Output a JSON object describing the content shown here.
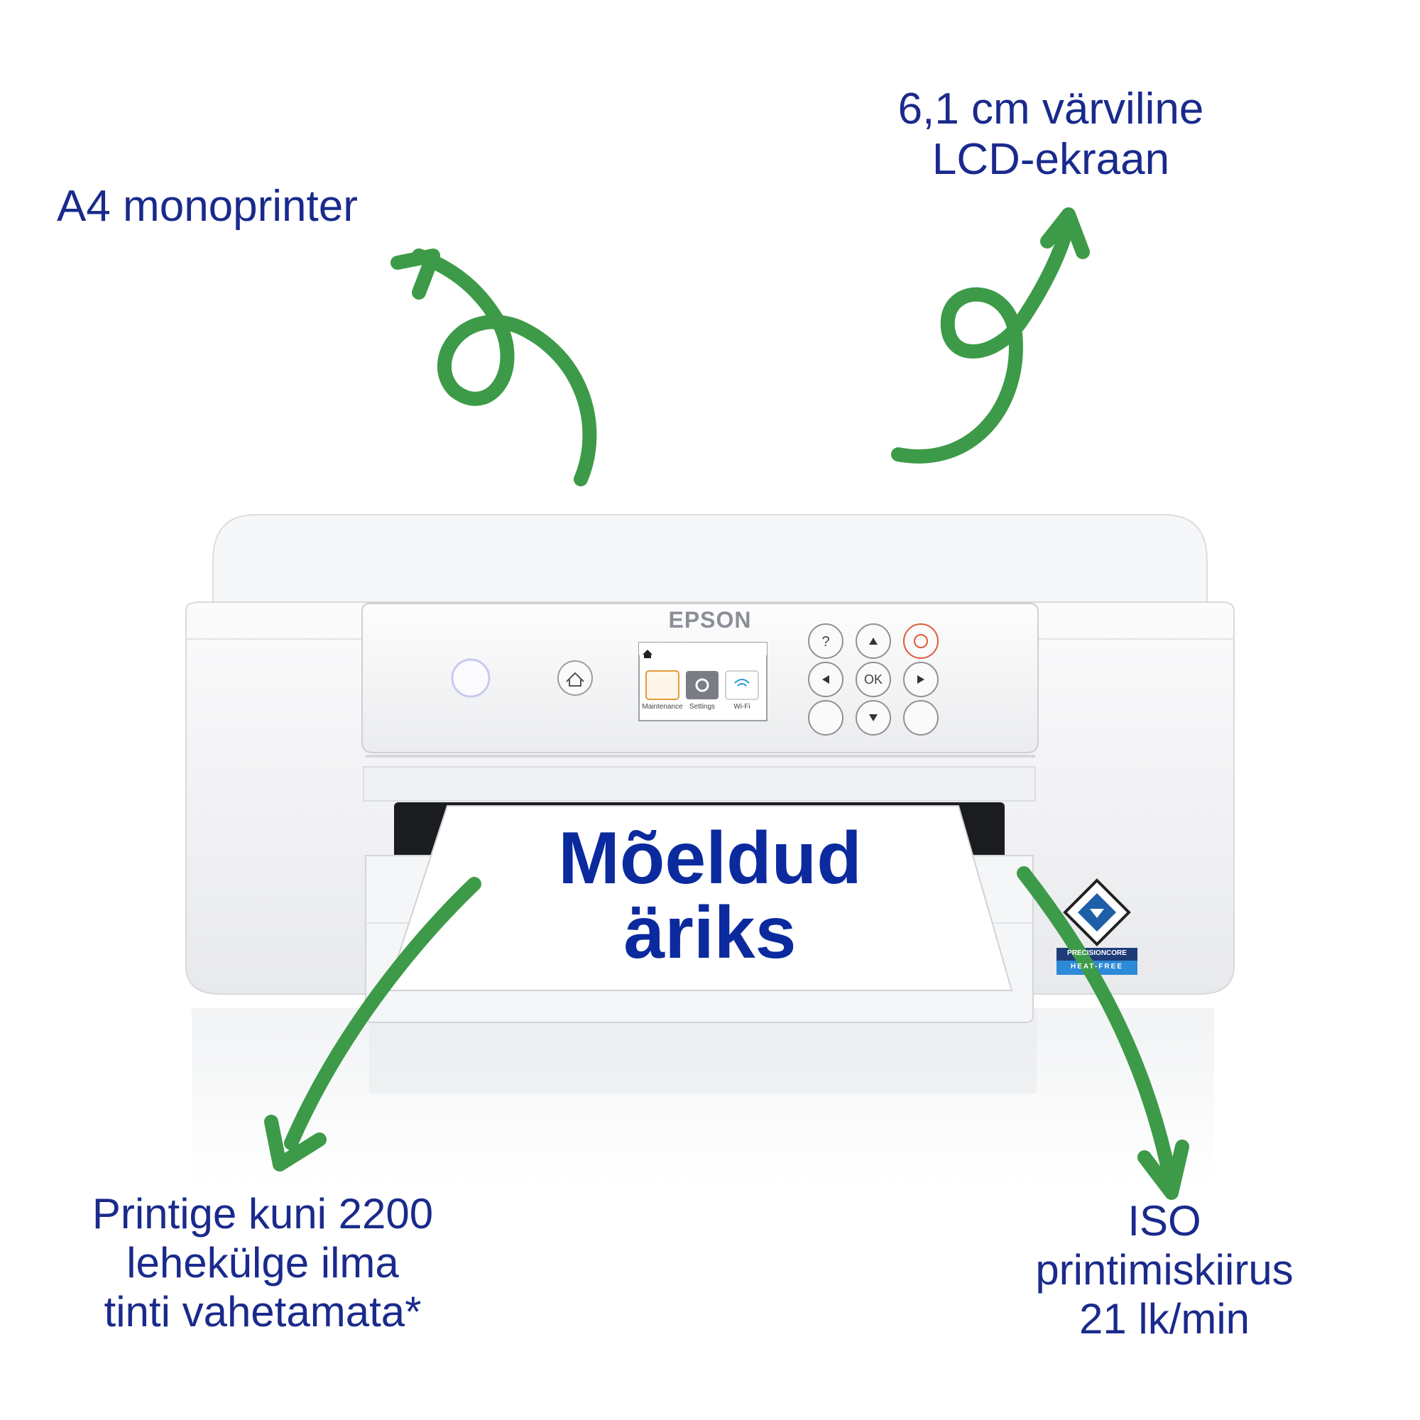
{
  "callouts": {
    "a4": {
      "lines": [
        "A4 monoprinter"
      ]
    },
    "lcd": {
      "lines": [
        "6,1 cm värviline",
        "LCD-ekraan"
      ]
    },
    "pages": {
      "lines": [
        "Printige kuni 2200",
        "lehekülge ilma",
        "tinti vahetamata*"
      ]
    },
    "iso": {
      "lines": [
        "ISO",
        "printimiskiirus",
        "21 lk/min"
      ]
    }
  },
  "paper": {
    "line1": "Mõeldud",
    "line2": "äriks"
  },
  "printer": {
    "brand": "EPSON",
    "lcd": {
      "items": [
        "Maintenance",
        "Settings",
        "Wi-Fi"
      ]
    },
    "keypad": {
      "ok_label": "OK"
    },
    "logo": {
      "line1": "PRECISIONCORE",
      "line2": "HEAT-FREE"
    }
  },
  "colors": {
    "callout_text": "#1a2a8c",
    "arrow_green": "#3d9a48",
    "paper_text": "#0b2a9e",
    "printer_body": "#f2f3f5",
    "stop_button": "#e05a3a"
  }
}
